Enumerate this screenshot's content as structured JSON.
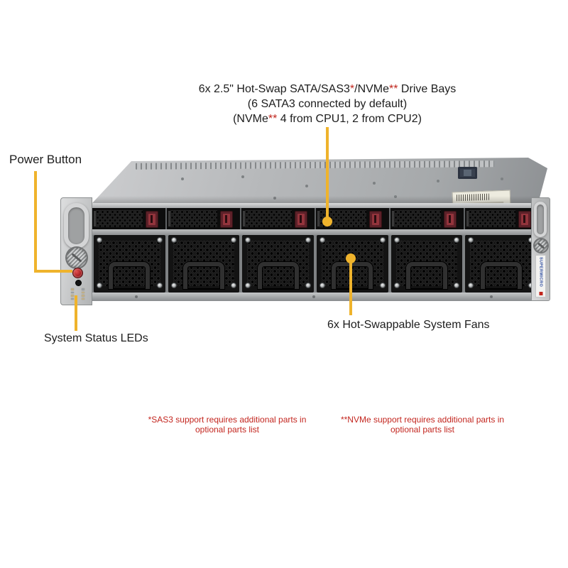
{
  "page": {
    "background": "#ffffff"
  },
  "colors": {
    "callout_yellow": "#efb32c",
    "footnote_red": "#c3261f",
    "asterisk_red": "#c0261e",
    "text_black": "#1d1d1d"
  },
  "callouts": {
    "drive_bays": {
      "line1": [
        {
          "t": "6x 2.5\" Hot-Swap SATA/SAS3",
          "red": false
        },
        {
          "t": "*",
          "red": true
        },
        {
          "t": "/NVMe",
          "red": false
        },
        {
          "t": "**",
          "red": true
        },
        {
          "t": " Drive Bays",
          "red": false
        }
      ],
      "line2": "(6 SATA3 connected by default)",
      "line3": [
        {
          "t": "(NVMe",
          "red": false
        },
        {
          "t": "**",
          "red": true
        },
        {
          "t": " 4 from CPU1, 2 from CPU2)",
          "red": false
        }
      ]
    },
    "power_button": "Power Button",
    "system_status_leds": "System Status LEDs",
    "system_fans": "6x Hot-Swappable System Fans"
  },
  "footnotes": {
    "sas3": {
      "line1": "*SAS3 support requires additional parts in",
      "line2": "optional parts list"
    },
    "nvme": {
      "line1": "**NVMe support requires additional parts in",
      "line2": "optional parts list"
    }
  },
  "server": {
    "brand": "SUPERMICRO",
    "drive_bay_count": 6,
    "fan_count": 6
  }
}
